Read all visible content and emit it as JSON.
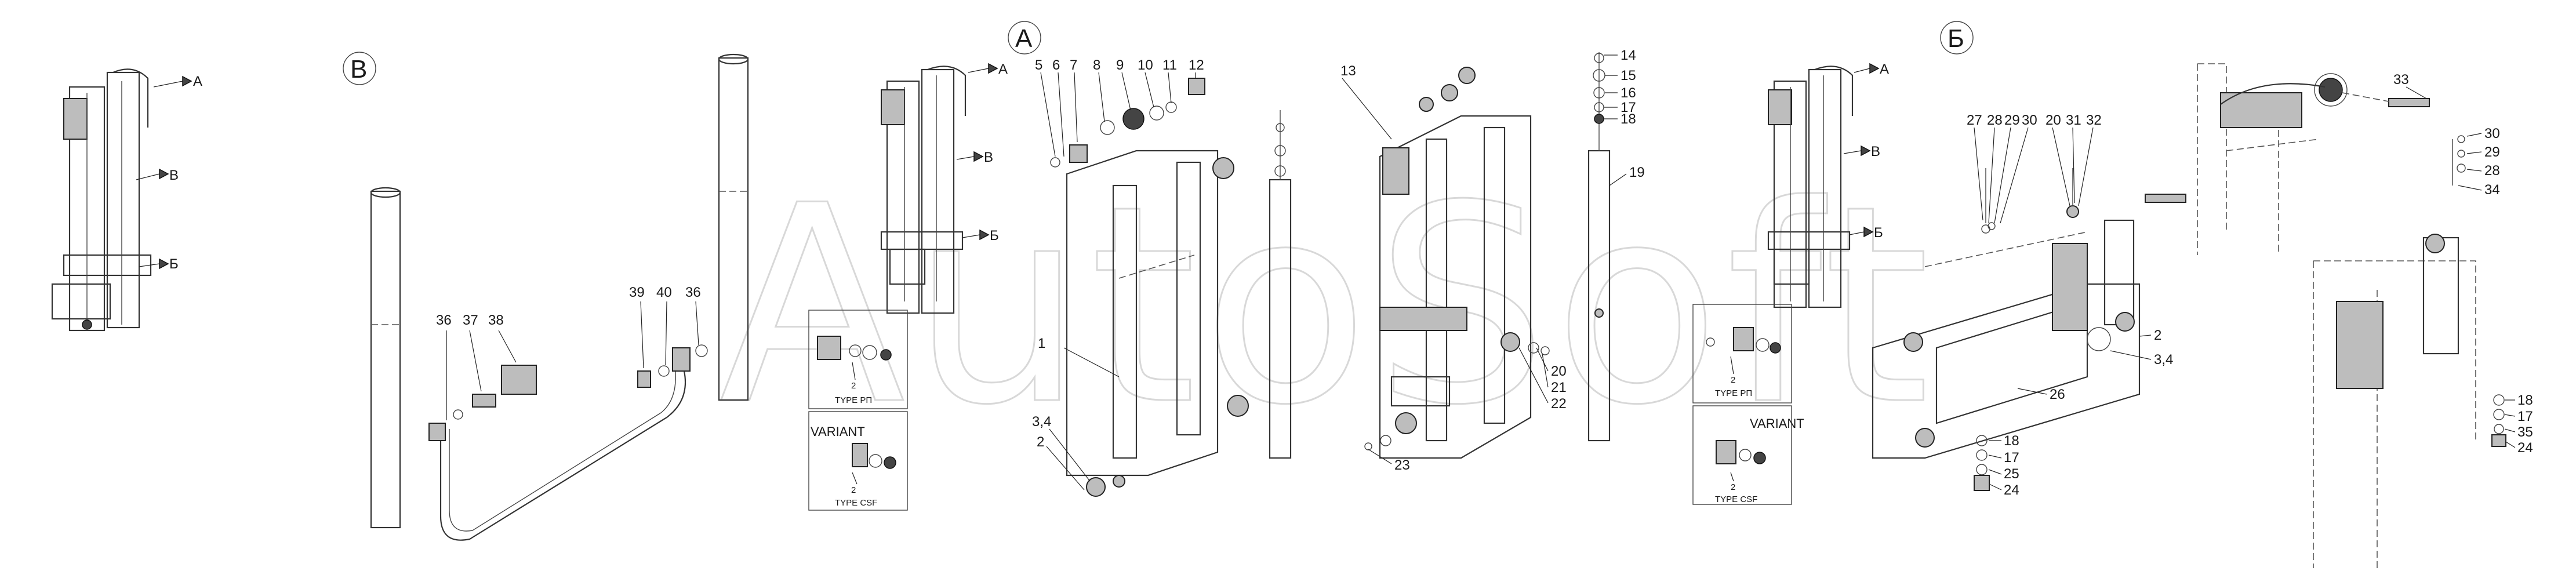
{
  "watermark": "AutoSoft",
  "view_labels": {
    "A": "А",
    "B": "В",
    "V": "Б"
  },
  "mast_pointers": [
    "А",
    "В",
    "Б"
  ],
  "type_labels": {
    "type_rp_1": "TYPE РП",
    "type_csf_1": "TYPE CSF",
    "type_rp_2": "TYPE РП",
    "type_csf_2": "TYPE CSF",
    "variant_1": "VARIANT",
    "variant_2": "VARIANT",
    "num_2_a": "2",
    "num_2_b": "2",
    "num_2_c": "2",
    "num_2_d": "2"
  },
  "callouts": {
    "c1": "1",
    "c2a": "2",
    "c34a": "3,4",
    "c5": "5",
    "c6": "6",
    "c7": "7",
    "c8": "8",
    "c9": "9",
    "c10": "10",
    "c11": "11",
    "c12": "12",
    "c13": "13",
    "c14": "14",
    "c15": "15",
    "c16": "16",
    "c17": "17",
    "c18": "18",
    "c19": "19",
    "c20": "20",
    "c21": "21",
    "c22": "22",
    "c23": "23",
    "c27": "27",
    "c28": "28",
    "c29": "29",
    "c30": "30",
    "c20b": "20",
    "c31": "31",
    "c32": "32",
    "c2b": "2",
    "c34b": "3,4",
    "c26": "26",
    "c18b": "18",
    "c17b": "17",
    "c25": "25",
    "c24": "24",
    "c33": "33",
    "c30b": "30",
    "c29b": "29",
    "c28b": "28",
    "c34": "34",
    "c18c": "18",
    "c17c": "17",
    "c35": "35",
    "c24b": "24",
    "c36": "36",
    "c37": "37",
    "c38": "38",
    "c39": "39",
    "c40": "40",
    "c36b": "36"
  }
}
